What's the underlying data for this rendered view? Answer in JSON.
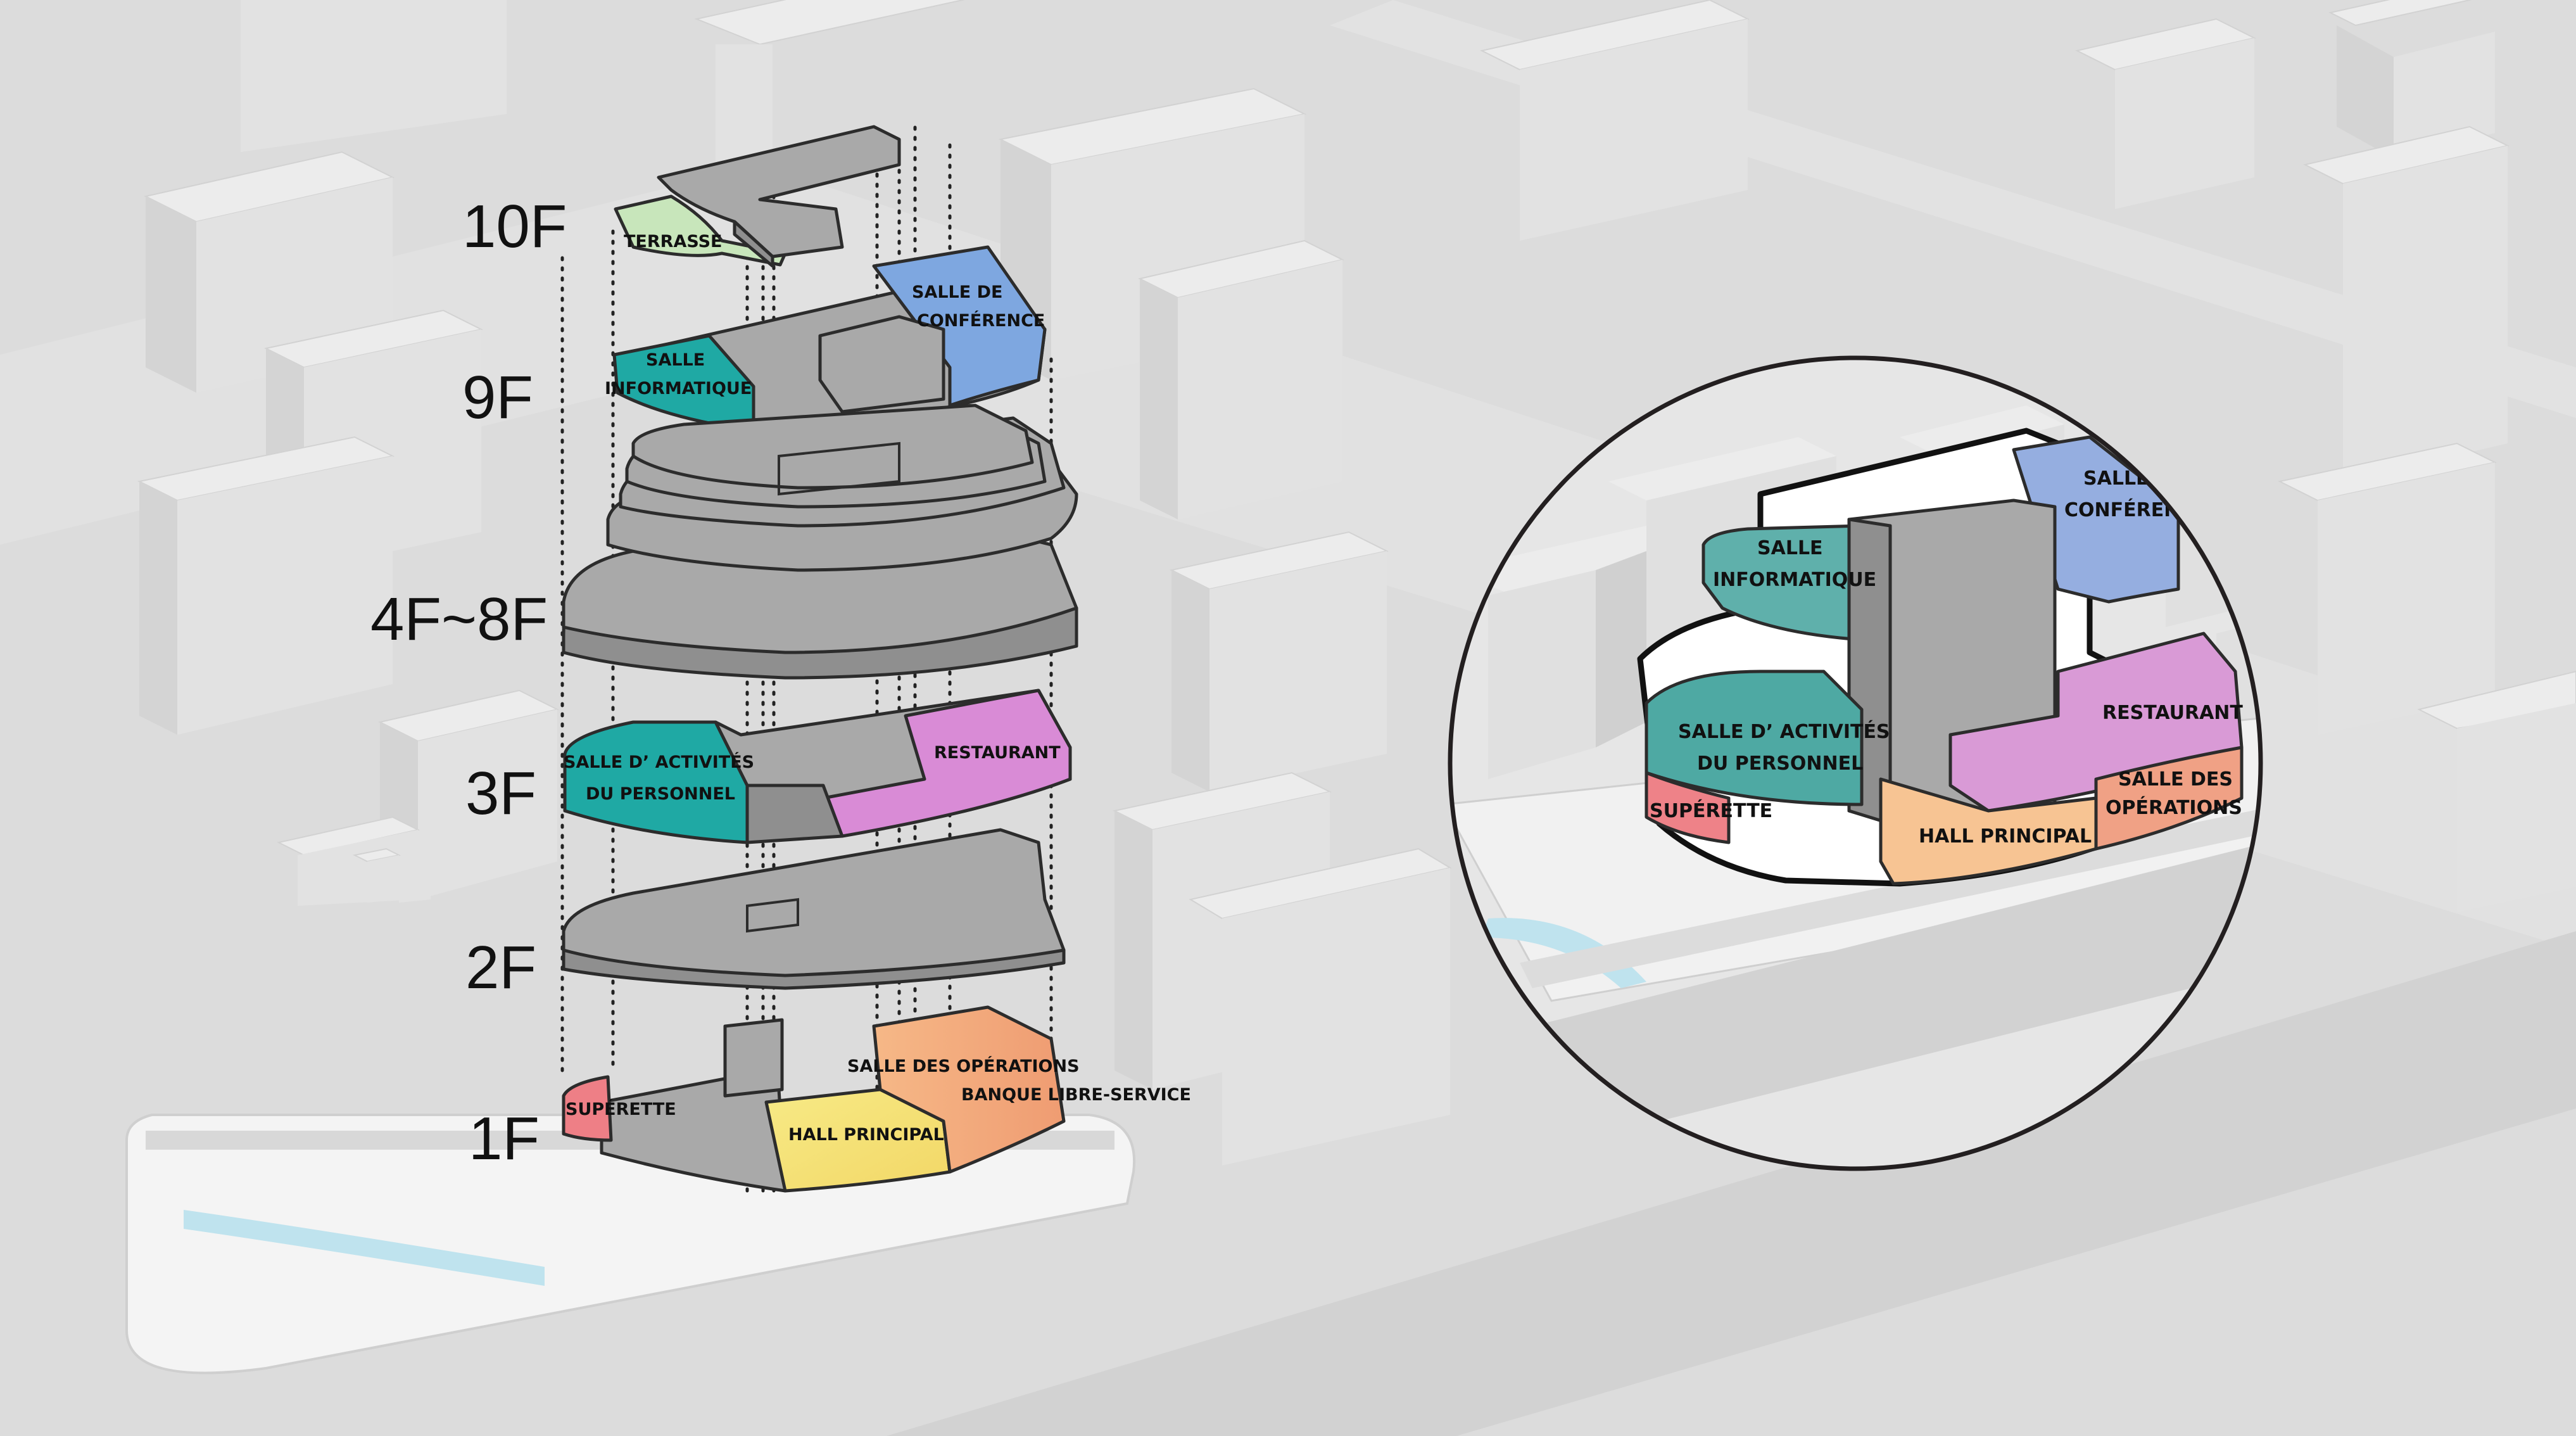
{
  "floors": {
    "f10": "10F",
    "f9": "9F",
    "f4_8": "4F~8F",
    "f3": "3F",
    "f2": "2F",
    "f1": "1F"
  },
  "exploded_labels": {
    "terrasse": "TERRASSE",
    "salle_conference_1": "SALLE DE",
    "salle_conference_2": "CONFÉRENCE",
    "salle_info_1": "SALLE",
    "salle_info_2": "INFORMATIQUE",
    "salle_activites_1": "SALLE D’  ACTIVITÉS",
    "salle_activites_2": "DU PERSONNEL",
    "restaurant": "RESTAURANT",
    "superette": "SUPÉRETTE",
    "hall_principal": "HALL PRINCIPAL",
    "salle_operations": "SALLE DES OPÉRATIONS",
    "banque": "BANQUE LIBRE-SERVICE"
  },
  "inset_labels": {
    "salle_conference_1": "SALLE DE",
    "salle_conference_2": "CONFÉRENCE",
    "salle_info_1": "SALLE",
    "salle_info_2": "INFORMATIQUE",
    "restaurant": "RESTAURANT",
    "salle_activites_1": "SALLE D’  ACTIVITÉS",
    "salle_activites_2": "DU PERSONNEL",
    "salle_operations_1": "SALLE DES",
    "salle_operations_2": "OPÉRATIONS",
    "superette": "SUPÉRETTE",
    "hall_principal": "HALL PRINCIPAL"
  },
  "colors": {
    "background": "#dcdcdc",
    "slab": "#a9a9a9",
    "conference": "#7ea7e0",
    "informatique": "#1fa9a4",
    "activites": "#1fa9a4",
    "restaurant": "#d98bd6",
    "superette": "#ee7f86",
    "hall": "#f6e27a",
    "operations": "#f4a877",
    "terrasse": "#bfe2b0"
  }
}
